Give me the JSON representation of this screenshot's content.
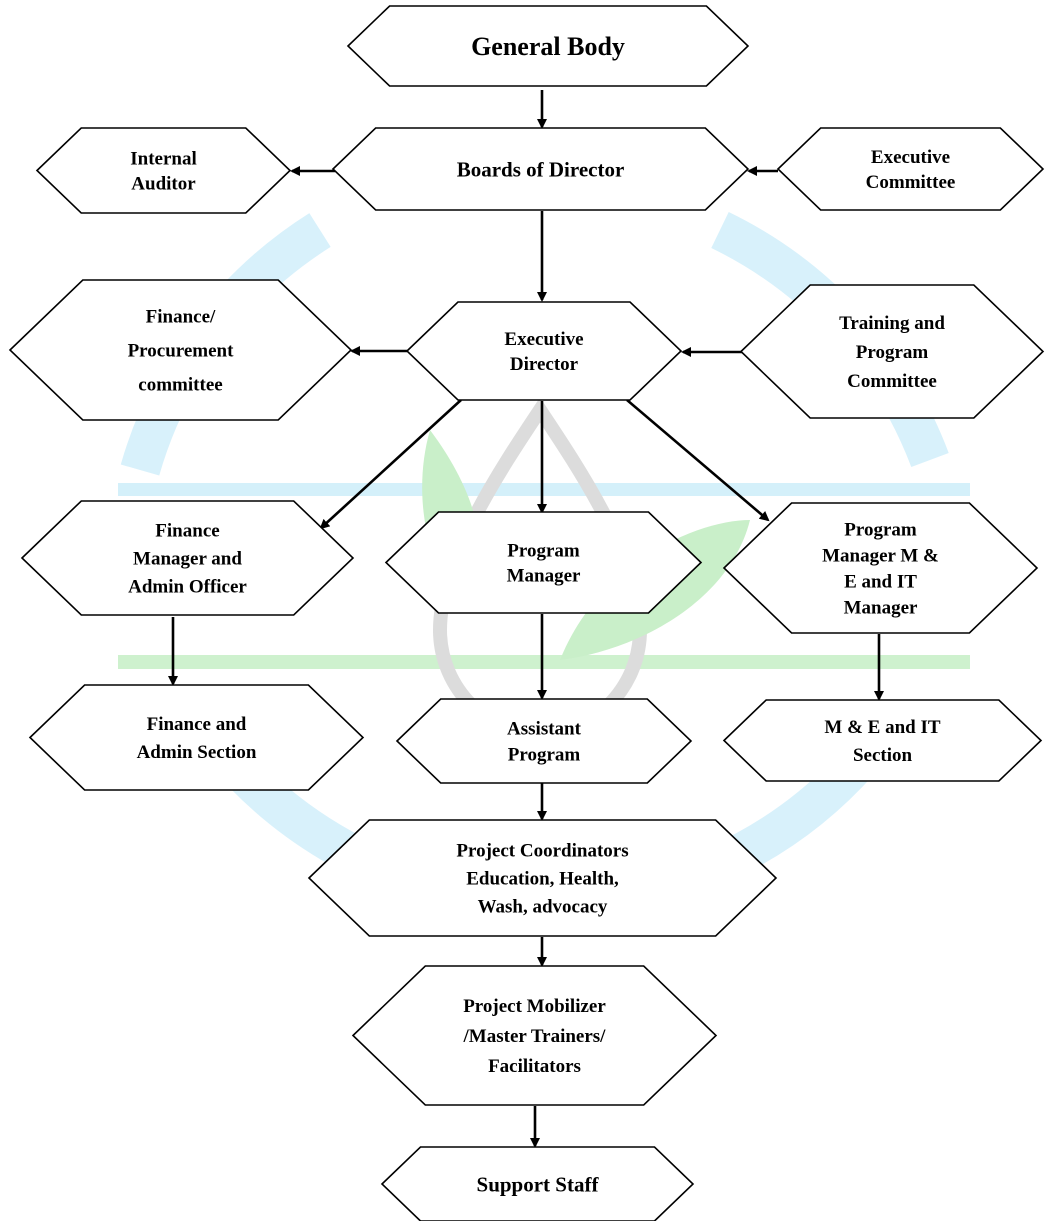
{
  "colors": {
    "watermark_blue": "#cfeefa",
    "watermark_green": "#c9efc9",
    "watermark_gray": "#dcdcdc",
    "line": "#000000"
  },
  "nodes": {
    "general_body": [
      "General Body"
    ],
    "boards_of_director": [
      "Boards of Director"
    ],
    "internal_auditor": [
      "Internal",
      "Auditor"
    ],
    "executive_committee": [
      "Executive",
      "Committee"
    ],
    "executive_director": [
      "Executive",
      "Director"
    ],
    "finance_procurement_committee": [
      "Finance/",
      "Procurement",
      "committee"
    ],
    "training_program_committee": [
      "Training and",
      "Program",
      "Committee"
    ],
    "finance_manager_admin_officer": [
      "Finance",
      "Manager and",
      "Admin Officer"
    ],
    "program_manager": [
      "Program",
      "Manager"
    ],
    "program_manager_me_it": [
      "Program",
      "Manager M &",
      "E and IT",
      "Manager"
    ],
    "finance_admin_section": [
      "Finance and",
      "Admin Section"
    ],
    "assistant_program": [
      "Assistant",
      "Program"
    ],
    "me_it_section": [
      "M & E and IT",
      "Section"
    ],
    "project_coordinators": [
      "Project Coordinators",
      "Education, Health,",
      "Wash, advocacy"
    ],
    "project_mobilizer": [
      "Project Mobilizer",
      "/Master Trainers/",
      "Facilitators"
    ],
    "support_staff": [
      "Support Staff"
    ]
  },
  "edges": [
    [
      "general_body",
      "boards_of_director"
    ],
    [
      "boards_of_director",
      "internal_auditor"
    ],
    [
      "executive_committee",
      "boards_of_director"
    ],
    [
      "boards_of_director",
      "executive_director"
    ],
    [
      "executive_director",
      "finance_procurement_committee"
    ],
    [
      "training_program_committee",
      "executive_director"
    ],
    [
      "executive_director",
      "finance_manager_admin_officer"
    ],
    [
      "executive_director",
      "program_manager"
    ],
    [
      "executive_director",
      "program_manager_me_it"
    ],
    [
      "finance_manager_admin_officer",
      "finance_admin_section"
    ],
    [
      "program_manager",
      "assistant_program"
    ],
    [
      "program_manager_me_it",
      "me_it_section"
    ],
    [
      "assistant_program",
      "project_coordinators"
    ],
    [
      "project_coordinators",
      "project_mobilizer"
    ],
    [
      "project_mobilizer",
      "support_staff"
    ]
  ]
}
